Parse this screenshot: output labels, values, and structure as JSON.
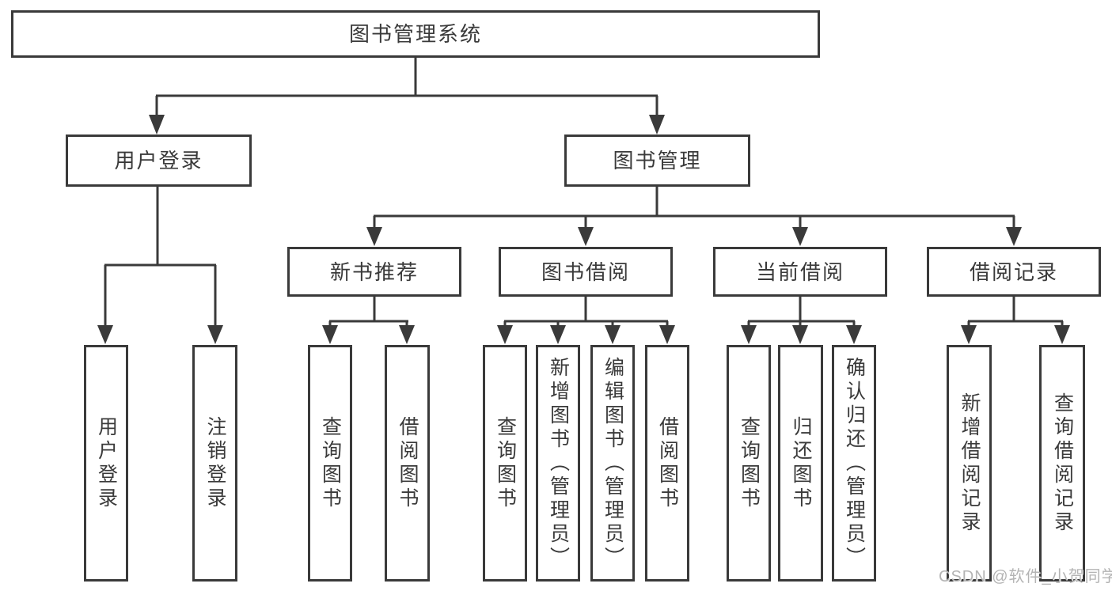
{
  "diagram": {
    "root": {
      "label": "图书管理系统"
    },
    "branches": [
      {
        "label": "用户登录",
        "children": [
          {
            "label": "用户登录"
          },
          {
            "label": "注销登录"
          }
        ]
      },
      {
        "label": "图书管理",
        "children": [
          {
            "label": "新书推荐",
            "children": [
              {
                "label": "查询图书"
              },
              {
                "label": "借阅图书"
              }
            ]
          },
          {
            "label": "图书借阅",
            "children": [
              {
                "label": "查询图书"
              },
              {
                "label": "新增图书（管理员）"
              },
              {
                "label": "编辑图书（管理员）"
              },
              {
                "label": "借阅图书"
              }
            ]
          },
          {
            "label": "当前借阅",
            "children": [
              {
                "label": "查询图书"
              },
              {
                "label": "归还图书"
              },
              {
                "label": "确认归还（管理员）"
              }
            ]
          },
          {
            "label": "借阅记录",
            "children": [
              {
                "label": "新增借阅记录"
              },
              {
                "label": "查询借阅记录"
              }
            ]
          }
        ]
      }
    ],
    "watermark": {
      "text": "CSDN @软件_小贺同学",
      "color": "#b4b4b4"
    },
    "colors": {
      "line": "#3a3a3a",
      "box_border": "#3a3a3a",
      "box_fill": "#ffffff",
      "text": "#3a3a3a",
      "background": "#ffffff"
    }
  }
}
